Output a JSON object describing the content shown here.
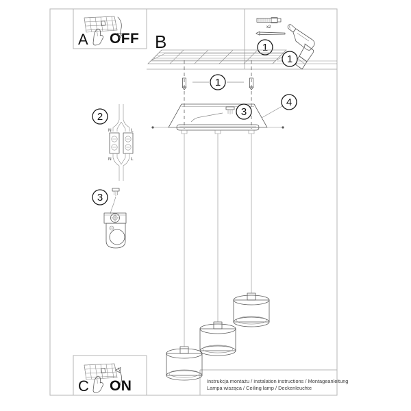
{
  "document": {
    "title": "Ceiling lamp installation instructions",
    "caption_line1": "Instrukcja montażu / instalation instructions / Montageanleitung",
    "caption_line2": "Lampa wisząca / Ceiling lamp / Deckenleuchte"
  },
  "panels": {
    "a": {
      "letter": "A",
      "state_label": "OFF",
      "icon": "hand-pressing-breaker-switch-icon",
      "arrow": "arrow-down-icon"
    },
    "b": {
      "letter": "B",
      "icon": "ceiling-lamp-assembly-diagram"
    },
    "c": {
      "letter": "C",
      "state_label": "ON",
      "icon": "hand-pressing-breaker-switch-icon",
      "arrow": "arrow-up-icon"
    }
  },
  "parts": {
    "wall_plug": {
      "name": "wall-plug-icon",
      "quantity_label": "x2"
    },
    "screw": {
      "name": "screw-icon"
    },
    "drill": {
      "name": "power-drill-icon"
    },
    "screwdriver": {
      "name": "screwdriver-icon"
    }
  },
  "callouts": {
    "parts_box": "1",
    "ceiling_screws": "1",
    "ceiling_anchor_point": "1",
    "terminal_block": "2",
    "bracket_detail": "3",
    "canopy_screw": "3",
    "canopy": "4"
  },
  "terminal_block": {
    "top_left_label": "N",
    "top_right_label": "L",
    "bottom_left_label": "N",
    "bottom_right_label": "L"
  },
  "lamp": {
    "shade_count": 3,
    "type": "drum-pendant-shade"
  },
  "colors": {
    "line": "#5a5a5a",
    "frame": "#b4b4b4",
    "text": "#111111",
    "background": "#ffffff"
  }
}
